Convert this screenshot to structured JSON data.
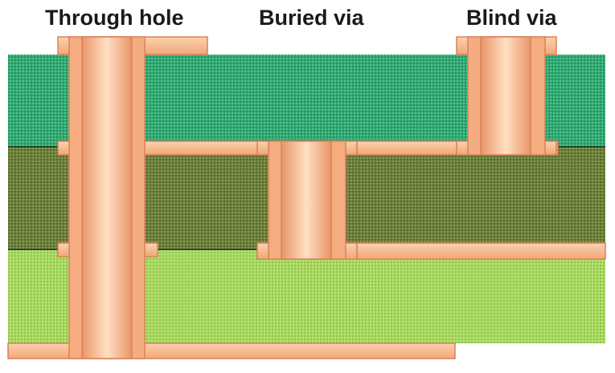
{
  "labels": {
    "through_hole": "Through hole",
    "buried_via": "Buried via",
    "blind_via": "Blind via"
  },
  "colors": {
    "background": "#ffffff",
    "top_layer": "#2ea872",
    "middle_layer": "#6b7f3a",
    "bottom_layer": "#a6d85e",
    "copper": "#f4ac80",
    "copper_highlight": "#ffe2c7",
    "copper_outline": "#d9825a"
  }
}
